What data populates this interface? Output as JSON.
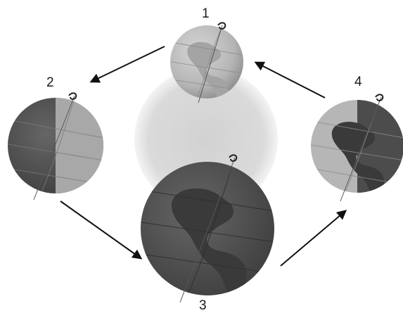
{
  "positions": [
    {
      "id": "1",
      "label": "1",
      "lit_side": "full"
    },
    {
      "id": "2",
      "label": "2",
      "lit_side": "right-half"
    },
    {
      "id": "3",
      "label": "3",
      "lit_side": "none"
    },
    {
      "id": "4",
      "label": "4",
      "lit_side": "left-half"
    }
  ],
  "colors": {
    "sun_glow": "#cfcfcf",
    "lit_surface": "#bdbdbd",
    "dark_surface": "#555555",
    "land_lit": "#a5a5a5",
    "land_dark": "#3d3d3d",
    "arrow": "#111111"
  },
  "arrows": [
    {
      "from": "4",
      "to": "1"
    },
    {
      "from": "1",
      "to": "2"
    },
    {
      "from": "2",
      "to": "3"
    },
    {
      "from": "3",
      "to": "4"
    }
  ]
}
